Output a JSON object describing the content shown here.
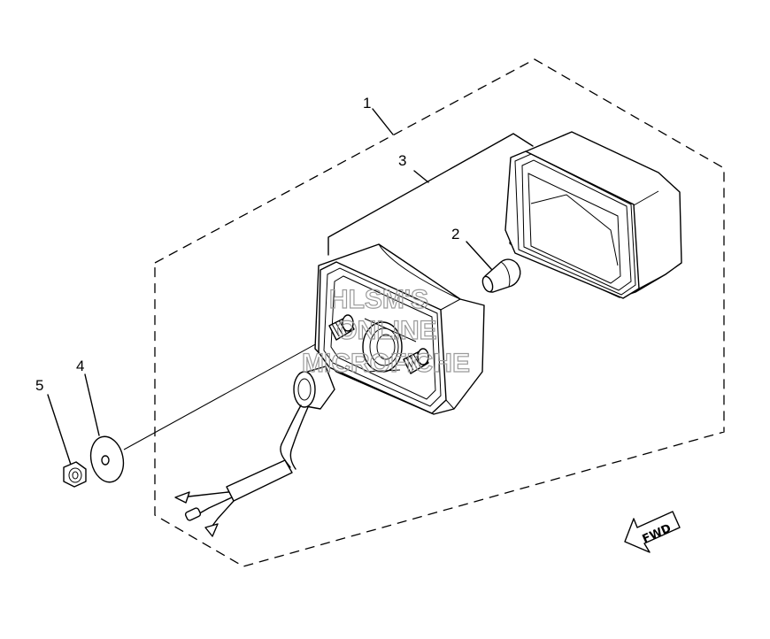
{
  "callouts": {
    "one": "1",
    "two": "2",
    "three": "3",
    "four": "4",
    "five": "5"
  },
  "watermark": {
    "line1": "HLSM'S",
    "line2": "ONLINE",
    "line3": "MICROFICHE"
  },
  "fwd_indicator": {
    "label": "FWD",
    "icon": "arrow-left-down-icon"
  },
  "parts": [
    "tail-light-assembly",
    "bulb",
    "lens-and-housing",
    "washer",
    "nut"
  ]
}
